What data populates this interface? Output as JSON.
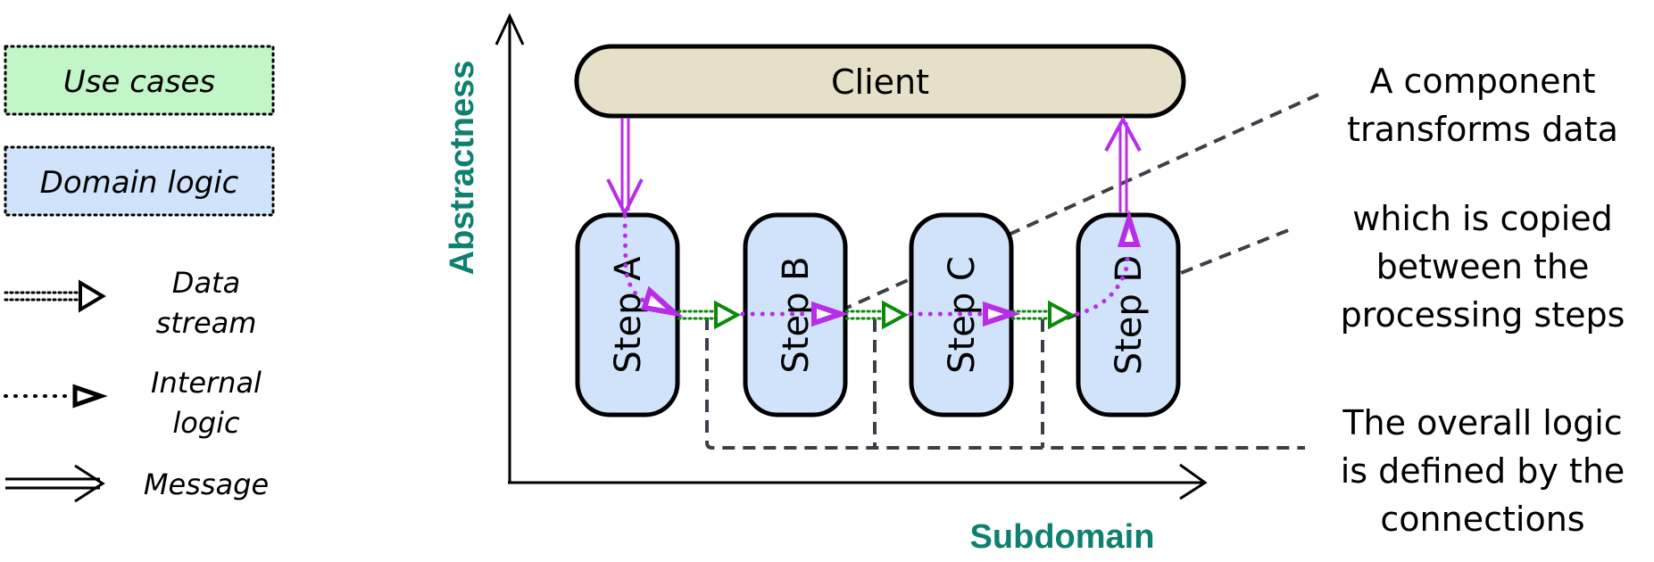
{
  "legend": {
    "boxes": [
      {
        "label": "Use cases",
        "fill": "#c2f5c8"
      },
      {
        "label": "Domain logic",
        "fill": "#d0e3fb"
      }
    ],
    "arrows": [
      {
        "kind": "data-stream",
        "lines": [
          "Data",
          "stream"
        ]
      },
      {
        "kind": "internal-logic",
        "lines": [
          "Internal",
          "logic"
        ]
      },
      {
        "kind": "message",
        "lines": [
          "Message"
        ]
      }
    ]
  },
  "axes": {
    "y_label": "Abstractness",
    "x_label": "Subdomain",
    "label_color": "#0e8070"
  },
  "client": {
    "label": "Client",
    "fill": "#e6e0c8"
  },
  "steps": [
    {
      "label": "Step A"
    },
    {
      "label": "Step B"
    },
    {
      "label": "Step C"
    },
    {
      "label": "Step D"
    }
  ],
  "colors": {
    "step_fill": "#d0e3fb",
    "message": "#b82ee8",
    "data_stream": "#0a8a0a",
    "annotation_line": "#3b4048"
  },
  "notes": [
    {
      "lines": [
        "A component",
        "transforms data"
      ]
    },
    {
      "lines": [
        "which is copied",
        "between the",
        "processing steps"
      ]
    },
    {
      "lines": [
        "The overall logic",
        "is defined by the",
        "connections"
      ]
    }
  ]
}
